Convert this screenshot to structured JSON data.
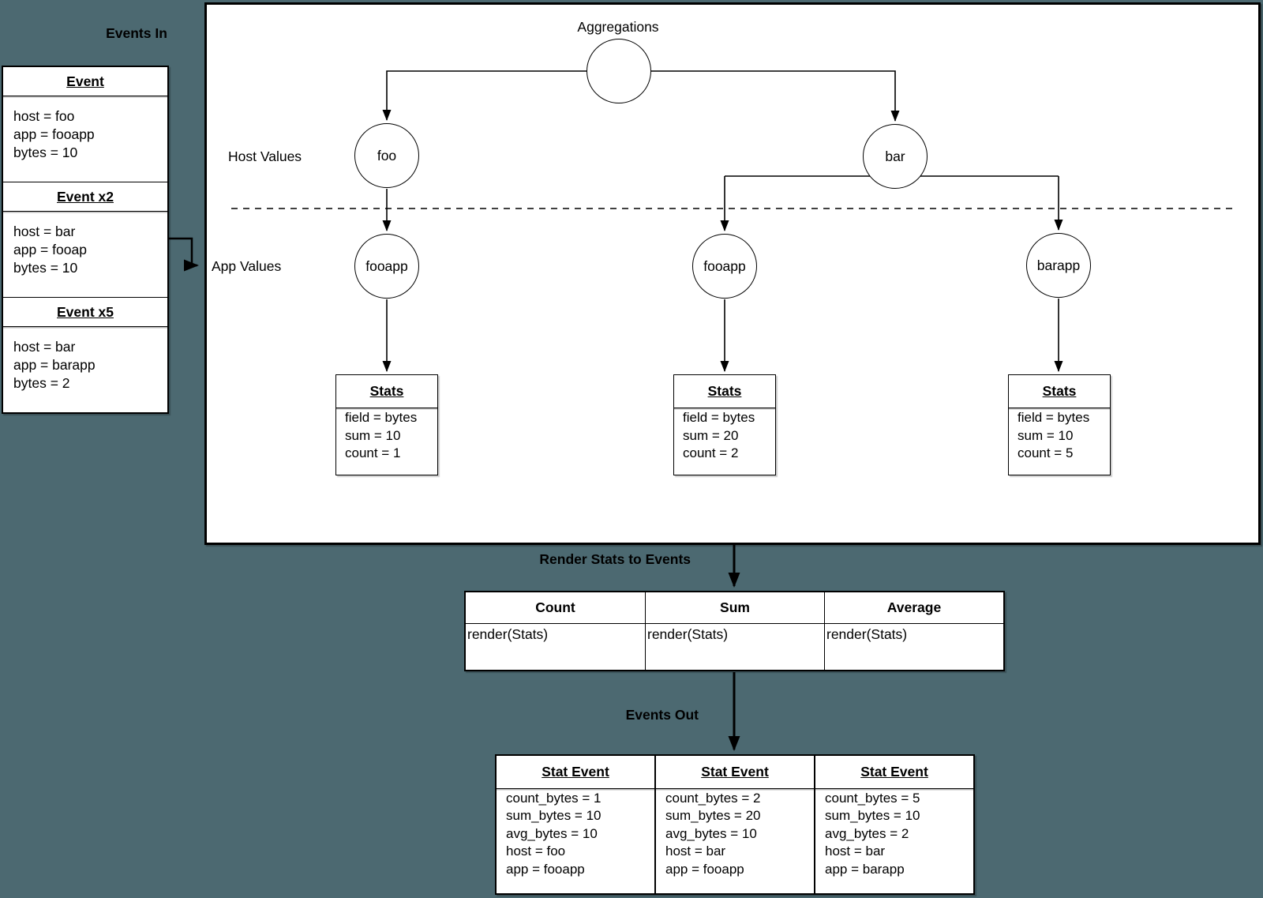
{
  "colors": {
    "background": "#4c6971",
    "box_fill": "#ffffff",
    "ink": "#000000"
  },
  "labels": {
    "events_in": "Events In",
    "aggregations": "Aggregations",
    "host_values": "Host Values",
    "app_values": "App Values",
    "render_stats": "Render Stats to Events",
    "events_out": "Events Out"
  },
  "events_in_box": {
    "sections": [
      {
        "title": "Event",
        "lines": [
          "host = foo",
          "app = fooapp",
          "bytes = 10"
        ]
      },
      {
        "title": "Event x2",
        "lines": [
          "host = bar",
          "app = fooap",
          "bytes = 10"
        ]
      },
      {
        "title": "Event x5",
        "lines": [
          "host = bar",
          "app = barapp",
          "bytes = 2"
        ]
      }
    ]
  },
  "tree": {
    "host_nodes": [
      "foo",
      "bar"
    ],
    "app_nodes": [
      "fooapp",
      "fooapp",
      "barapp"
    ]
  },
  "stats_boxes": [
    {
      "title": "Stats",
      "lines": [
        "field = bytes",
        "sum = 10",
        "count = 1"
      ]
    },
    {
      "title": "Stats",
      "lines": [
        "field = bytes",
        "sum = 20",
        "count = 2"
      ]
    },
    {
      "title": "Stats",
      "lines": [
        "field = bytes",
        "sum = 10",
        "count = 5"
      ]
    }
  ],
  "render_table": {
    "headers": [
      "Count",
      "Sum",
      "Average"
    ],
    "cells": [
      "render(Stats)",
      "render(Stats)",
      "render(Stats)"
    ]
  },
  "stat_events": [
    {
      "title": "Stat Event",
      "lines": [
        "count_bytes = 1",
        "sum_bytes = 10",
        "avg_bytes = 10",
        "host = foo",
        "app = fooapp"
      ]
    },
    {
      "title": "Stat Event",
      "lines": [
        "count_bytes = 2",
        "sum_bytes = 20",
        "avg_bytes = 10",
        "host = bar",
        "app = fooapp"
      ]
    },
    {
      "title": "Stat Event",
      "lines": [
        "count_bytes = 5",
        "sum_bytes = 10",
        "avg_bytes = 2",
        "host = bar",
        "app = barapp"
      ]
    }
  ]
}
